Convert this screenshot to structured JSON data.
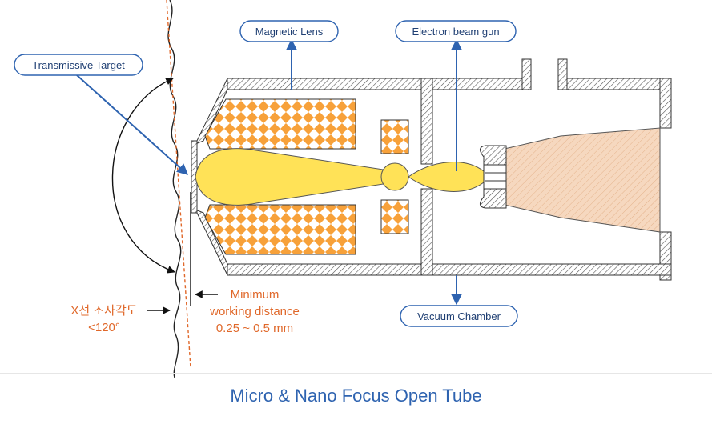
{
  "labels": {
    "transmissive_target": "Transmissive Target",
    "magnetic_lens": "Magnetic Lens",
    "electron_beam_gun": "Electron beam gun",
    "vacuum_chamber": "Vacuum Chamber",
    "xray_angle_line1": "X선 조사각도",
    "xray_angle_line2": "<120°",
    "min_distance_line1": "Minimum",
    "min_distance_line2": "working distance",
    "min_distance_line3": "0.25 ~ 0.5 mm"
  },
  "caption": "Micro & Nano Focus Open Tube",
  "colors": {
    "label_border": "#2e63b0",
    "arrow_blue": "#2e63b0",
    "orange_text": "#e0682a",
    "beam_yellow": "#ffe257",
    "lens_orange": "#f7a13a",
    "gun_fill": "#f6d8bf"
  }
}
